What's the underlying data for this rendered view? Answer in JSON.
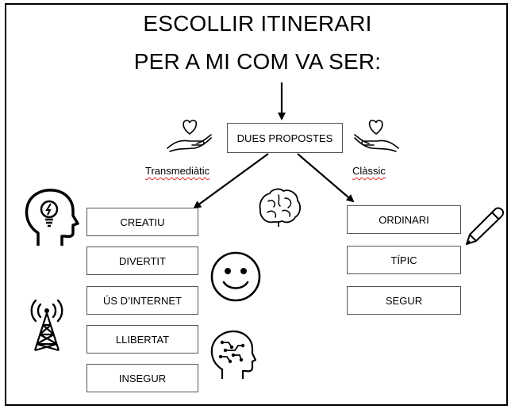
{
  "title": {
    "line1": "ESCOLLIR ITINERARI",
    "line2": "PER A MI COM VA SER:"
  },
  "center_box": "DUES PROPOSTES",
  "branches": {
    "left": "Transmediàtic",
    "right": "Clàssic"
  },
  "left_items": [
    "CREATIU",
    "DIVERTIT",
    "ÚS D’INTERNET",
    "LLIBERTAT",
    "INSEGUR"
  ],
  "right_items": [
    "ORDINARI",
    "TÍPIC",
    "SEGUR"
  ],
  "icons": [
    "heart-hand-icon",
    "lightbulb-head-icon",
    "brain-icon",
    "smiley-icon",
    "pencil-icon",
    "radio-tower-icon",
    "ai-head-icon"
  ],
  "colors": {
    "line": "#000000",
    "box_border": "#555555",
    "spell_underline": "#d9262a"
  }
}
